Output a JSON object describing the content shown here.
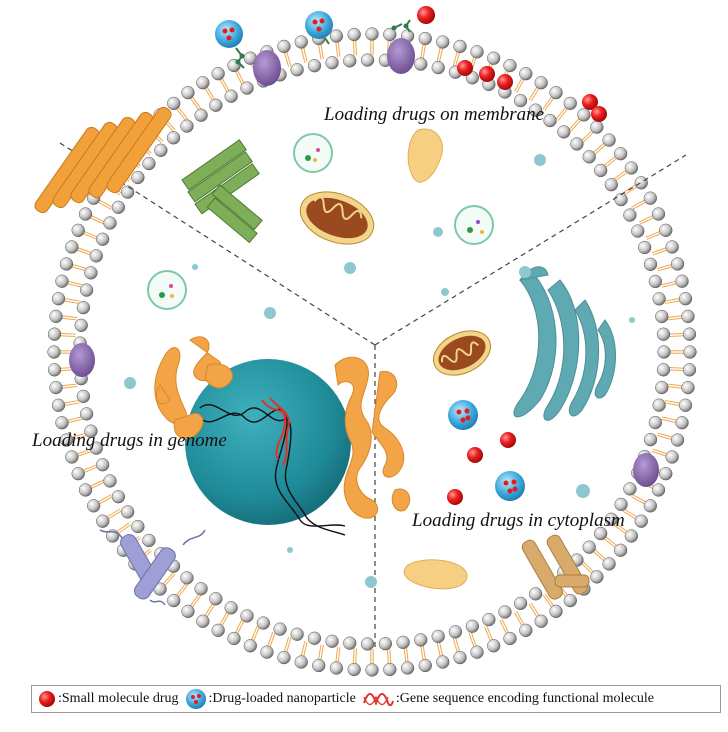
{
  "labels": {
    "membrane": "Loading drugs on membrane",
    "genome": "Loading drugs in genome",
    "cytoplasm": "Loading drugs in cytoplasm"
  },
  "legend": {
    "small_molecule": ":Small molecule drug",
    "nanoparticle": ":Drug-loaded nanoparticle",
    "gene_sequence": ":Gene sequence encoding functional molecule"
  },
  "colors": {
    "membrane_bead": "#b8b8b8",
    "membrane_tail": "#f0a64a",
    "nucleus": "#1f8a98",
    "drug": "#e31b1b",
    "nanoparticle": "#3aa7dc",
    "er": "#f2a447",
    "golgi": "#5fa9b3",
    "mitochondria": "#9b4a20",
    "dna_red": "#e0322a"
  },
  "icons": [
    "red-sphere-icon",
    "nanoparticle-icon",
    "dna-helix-icon"
  ]
}
